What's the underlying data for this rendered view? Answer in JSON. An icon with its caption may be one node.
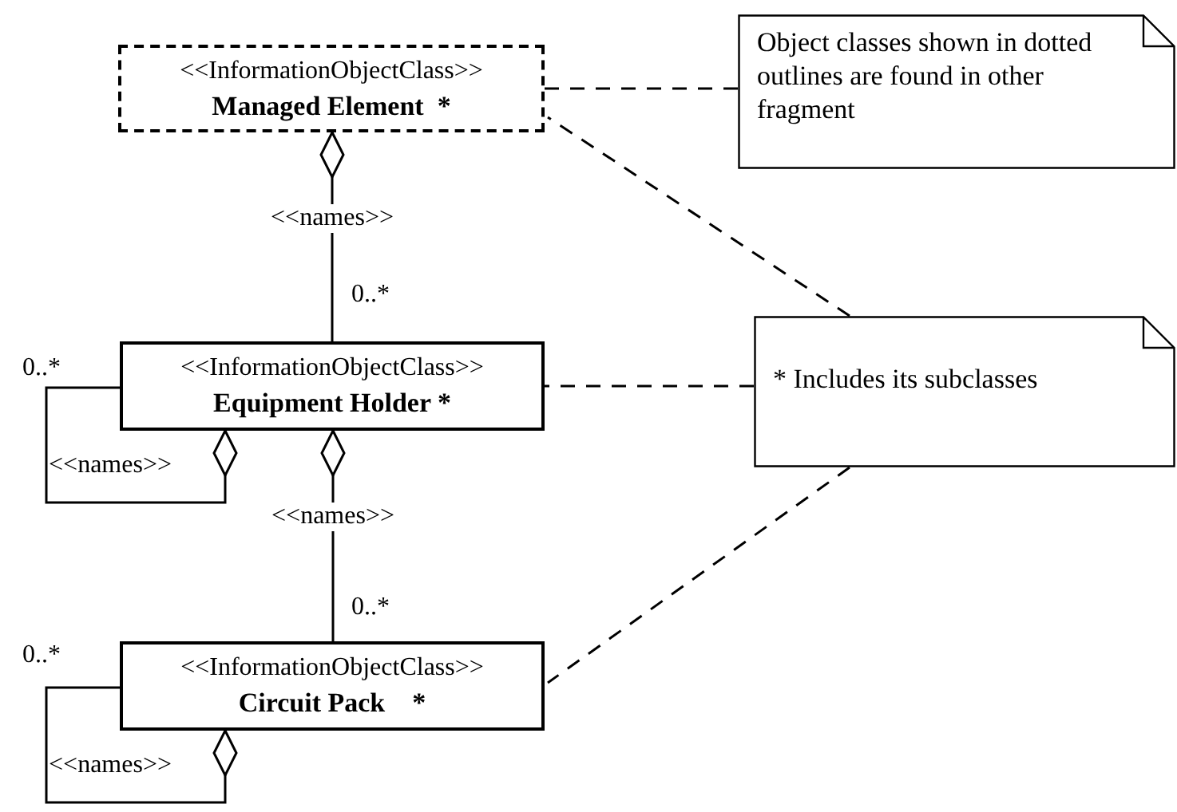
{
  "diagram": {
    "nodes": [
      {
        "text": [
          "<<InformationObjectClass>>",
          "Managed Element  *"
        ]
      },
      {
        "text": [
          "Object classes shown in dotted outlines are found in other fragment"
        ]
      },
      {
        "text": [
          "<<InformationObjectClass>>",
          "Equipment Holder *"
        ]
      },
      {
        "text": [
          "* Includes its subclasses"
        ]
      },
      {
        "text": [
          "<<InformationObjectClass>>",
          "Circuit Pack    *"
        ]
      }
    ],
    "edges": [
      {
        "from": 0,
        "to": 2,
        "arrow": "other",
        "label": "<<names>>"
      },
      {
        "from": 2,
        "to": 2,
        "arrow": "other",
        "label": "<<names>>"
      },
      {
        "from": 2,
        "to": 4,
        "arrow": "other",
        "label": "<<names>>"
      },
      {
        "from": 4,
        "to": 4,
        "arrow": "other",
        "label": "<<names>>"
      },
      {
        "from": 1,
        "to": 0,
        "arrow": "none",
        "style": "dashed"
      },
      {
        "from": 3,
        "to": 0,
        "arrow": "none",
        "style": "dashed"
      },
      {
        "from": 3,
        "to": 2,
        "arrow": "none",
        "style": "dashed"
      },
      {
        "from": 3,
        "to": 4,
        "arrow": "none",
        "style": "dashed"
      }
    ],
    "labels": [
      "0..*",
      "0..*",
      "0..*",
      "0..*"
    ]
  }
}
